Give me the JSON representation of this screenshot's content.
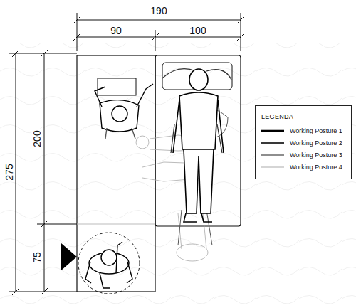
{
  "diagram": {
    "nodes": [
      {
        "text": [
          "LEGENDA"
        ]
      }
    ],
    "labels": [
      "190",
      "90",
      "100",
      "275",
      "200",
      "75"
    ],
    "legend": [
      {
        "text": "Working Posture 1"
      },
      {
        "text": "Working Posture 2"
      },
      {
        "text": "Working Posture 3"
      },
      {
        "text": "Working Posture 4"
      }
    ]
  }
}
